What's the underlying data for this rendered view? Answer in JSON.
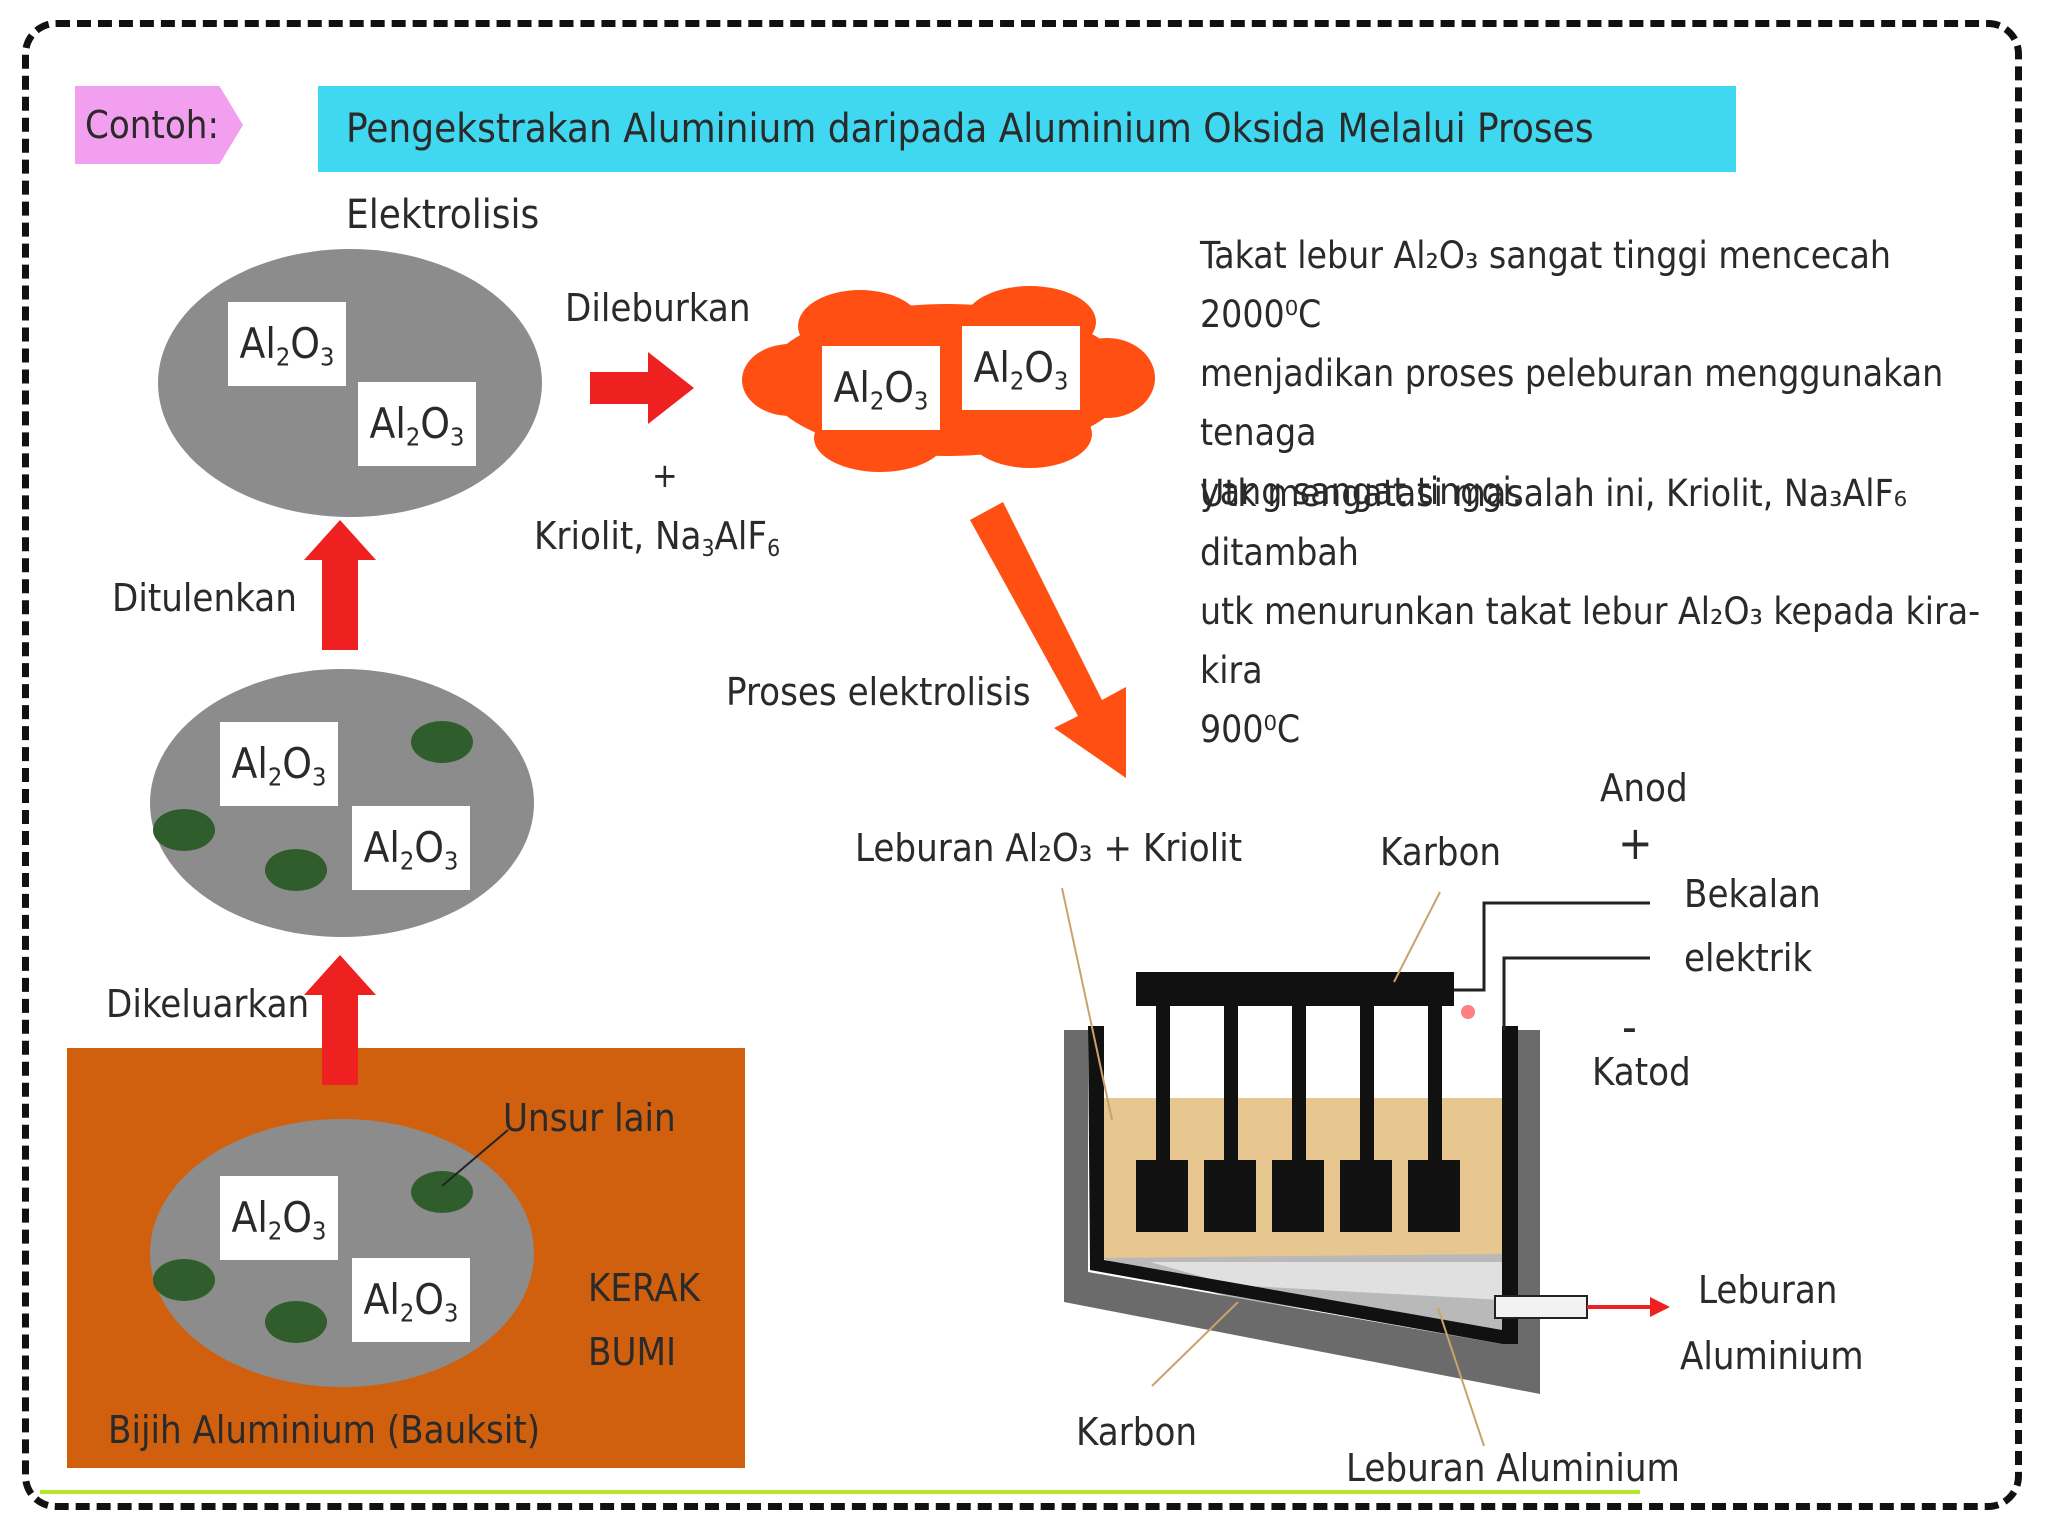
{
  "header": {
    "example_tag": "Contoh:",
    "title": "Pengekstrakan Aluminium daripada Aluminium Oksida Melalui Proses Elektrolisis"
  },
  "formula": {
    "base": "Al",
    "sub1": "2",
    "mid": "O",
    "sub2": "3"
  },
  "steps": {
    "removed": "Dikeluarkan",
    "purified": "Ditulenkan",
    "melted": "Dileburkan",
    "plus": "+",
    "cryolite_prefix": "Kriolit, Na",
    "cryolite_sub1": "3",
    "cryolite_mid": "AlF",
    "cryolite_sub2": "6",
    "electrolysis": "Proses elektrolisis"
  },
  "ground": {
    "other_elements": "Unsur lain",
    "crust_line1": "KERAK",
    "crust_line2": "BUMI",
    "ore": "Bijih Aluminium (Bauksit)"
  },
  "info": {
    "para1": "Takat lebur Al₂O₃ sangat tinggi mencecah 2000⁰C\nmenjadikan proses peleburan menggunakan tenaga\nyang sangat tinggi.",
    "para2": "Utk mengatasi masalah ini, Kriolit, Na₃AlF₆ ditambah\nutk menurunkan takat lebur Al₂O₃ kepada kira-kira\n900⁰C"
  },
  "cell": {
    "melt_label": "Leburan Al₂O₃ + Kriolit",
    "carbon_top": "Karbon",
    "anode": "Anod",
    "plus": "+",
    "supply_line1": "Bekalan",
    "supply_line2": "elektrik",
    "minus": "-",
    "cathode": "Katod",
    "out_line1": "Leburan",
    "out_line2": "Aluminium",
    "carbon_bottom": "Karbon",
    "molten_al": "Leburan Aluminium"
  },
  "colors": {
    "tag": "#f39ff0",
    "title_bar": "#40d8f0",
    "ground": "#d0600e",
    "ore": "#8c8c8c",
    "impurity": "#2f5e2c",
    "arrow": "#ee2020",
    "molten": "#ff4f12",
    "electrolyte": "#e8c690"
  }
}
